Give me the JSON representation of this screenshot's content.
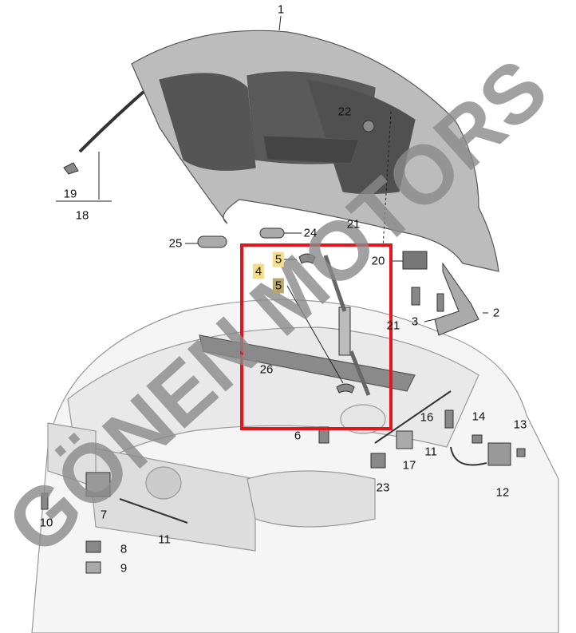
{
  "diagram": {
    "labels": [
      "1",
      "22",
      "19",
      "18",
      "25",
      "24",
      "21",
      "20",
      "4",
      "5",
      "5",
      "3",
      "2",
      "21",
      "26",
      "6",
      "16",
      "14",
      "13",
      "11",
      "17",
      "23",
      "12",
      "10",
      "7",
      "8",
      "9",
      "11"
    ]
  },
  "watermark": "GÖNEN MOTORS",
  "colors": {
    "highlight_box": "#e8141b",
    "label_highlight": "#f3dc8a",
    "watermark": "#8a8a8a"
  }
}
